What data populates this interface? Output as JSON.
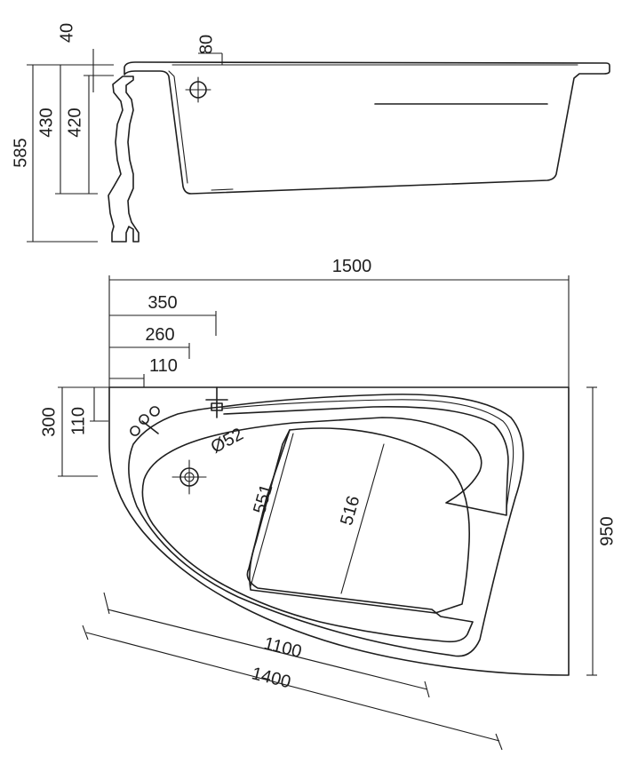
{
  "diagram": {
    "side_view": {
      "height_total": "585",
      "height_430": "430",
      "height_420": "420",
      "rim_40": "40",
      "drain_80": "80"
    },
    "plan_view": {
      "length_total": "1500",
      "tap_350": "350",
      "tap_260": "260",
      "tap_110": "110",
      "side_300": "300",
      "side_110": "110",
      "width_950": "950",
      "drain_diameter": "Ø52",
      "inner_551": "551",
      "inner_516": "516",
      "diag_1100": "1100",
      "diag_1400": "1400"
    }
  }
}
